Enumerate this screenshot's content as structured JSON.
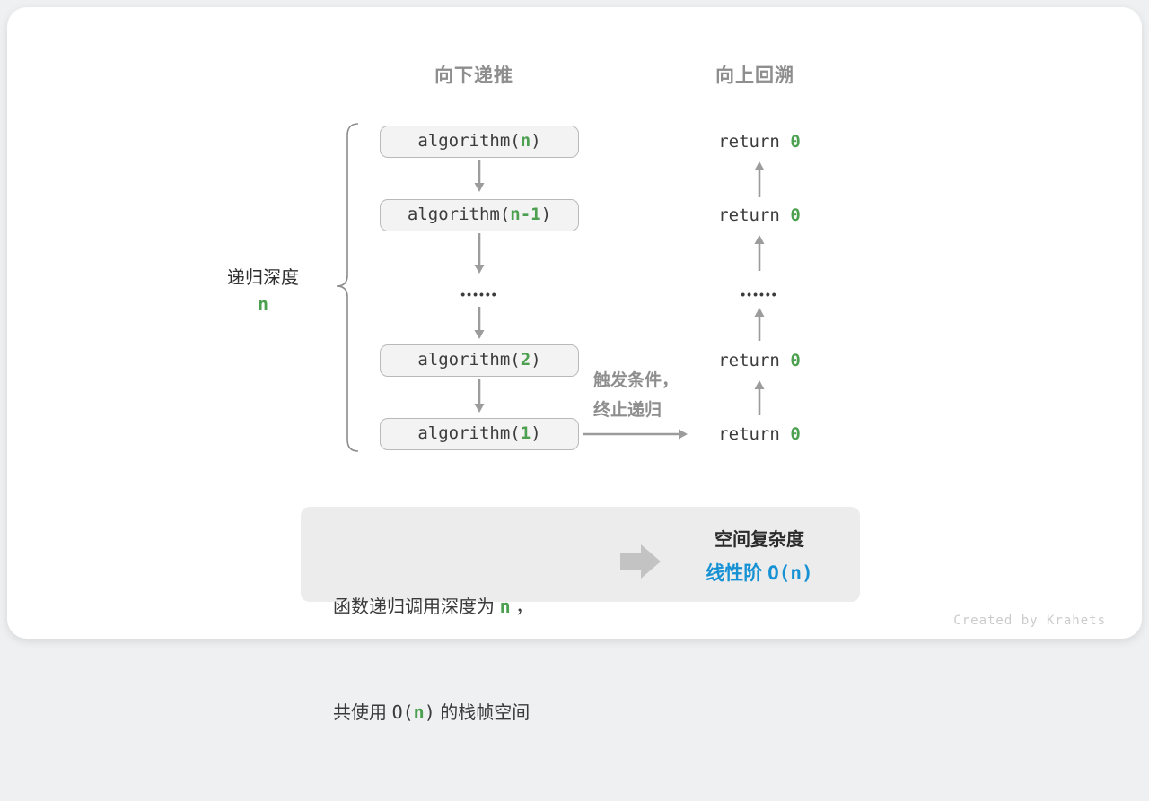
{
  "colors": {
    "green": "#4CA050",
    "blue": "#1692D4",
    "gray_label": "#8E8E8E",
    "arrow": "#9C9C9C",
    "code_text": "#3C3C3C"
  },
  "headers": {
    "downward": "向下递推",
    "upward": "向上回溯"
  },
  "depth_label": {
    "text": "递归深度",
    "value": "n"
  },
  "call_stack": {
    "frames": [
      {
        "prefix": "algorithm(",
        "arg": "n",
        "suffix": ")"
      },
      {
        "prefix": "algorithm(",
        "arg": "n-1",
        "suffix": ")"
      },
      {
        "prefix": "algorithm(",
        "arg": "2",
        "suffix": ")"
      },
      {
        "prefix": "algorithm(",
        "arg": "1",
        "suffix": ")"
      }
    ],
    "ellipsis": "••••••"
  },
  "returns": {
    "items": [
      {
        "prefix": "return ",
        "value": "0"
      },
      {
        "prefix": "return ",
        "value": "0"
      },
      {
        "prefix": "return ",
        "value": "0"
      },
      {
        "prefix": "return ",
        "value": "0"
      }
    ],
    "ellipsis": "••••••"
  },
  "terminate_note": {
    "line1": "触发条件，",
    "line2": "终止递归"
  },
  "summary": {
    "line1": {
      "prefix": "函数递归调用深度为 ",
      "highlight": "n",
      "suffix": " ，"
    },
    "line2": {
      "prefix": "共使用 ",
      "code_open": "O(",
      "highlight": "n",
      "code_close": ")",
      "suffix": " 的栈帧空间"
    },
    "title": "空间复杂度",
    "result": {
      "prefix": "线性阶 ",
      "code": "O(n)"
    }
  },
  "watermark": "Created by Krahets"
}
